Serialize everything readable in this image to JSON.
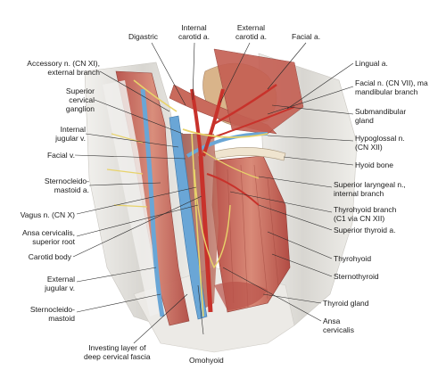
{
  "labels": {
    "digastric": [
      "Digastric"
    ],
    "internal_carotid": [
      "Internal",
      "carotid a."
    ],
    "external_carotid": [
      "External",
      "carotid a."
    ],
    "facial_a": [
      "Facial a."
    ],
    "accessory": [
      "Accessory n. (CN XI),",
      "external branch"
    ],
    "sup_cervical_ganglion": [
      "Superior",
      "cervical",
      "ganglion"
    ],
    "internal_jugular": [
      "Internal",
      "jugular v."
    ],
    "facial_v": [
      "Facial v."
    ],
    "scm_a": [
      "Sternocleido-",
      "mastoid a."
    ],
    "vagus": [
      "Vagus n. (CN X)"
    ],
    "ansa_sup_root": [
      "Ansa cervicalis,",
      "superior root"
    ],
    "carotid_body": [
      "Carotid body"
    ],
    "external_jugular": [
      "External",
      "jugular v."
    ],
    "scm": [
      "Sternocleido-",
      "mastoid"
    ],
    "investing_layer": [
      "Investing layer of",
      "deep cervical fascia"
    ],
    "omohyoid": [
      "Omohyoid"
    ],
    "lingual_a": [
      "Lingual a."
    ],
    "facial_n": [
      "Facial n. (CN VII), ma",
      "mandibular branch"
    ],
    "submandibular": [
      "Submandibular",
      "gland"
    ],
    "hypoglossal": [
      "Hypoglossal n.",
      "(CN XII)"
    ],
    "hyoid": [
      "Hyoid bone"
    ],
    "sup_laryngeal": [
      "Superior laryngeal n.,",
      "internal branch"
    ],
    "thyrohyoid_branch": [
      "Thyrohyoid branch",
      "(C1 via CN XII)"
    ],
    "sup_thyroid": [
      "Superior thyroid a."
    ],
    "thyrohyoid": [
      "Thyrohyoid"
    ],
    "sternothyroid": [
      "Sternothyroid"
    ],
    "thyroid_gland": [
      "Thyroid gland"
    ],
    "ansa_cervicalis": [
      "Ansa",
      "cervicalis"
    ]
  },
  "colors": {
    "muscle": "#c9665a",
    "artery": "#c8322b",
    "vein": "#6aa6d6",
    "nerve": "#e8d36a",
    "fascia": "#e8e6e2",
    "gland": "#d9b48a",
    "leader": "#2a2a2a"
  }
}
